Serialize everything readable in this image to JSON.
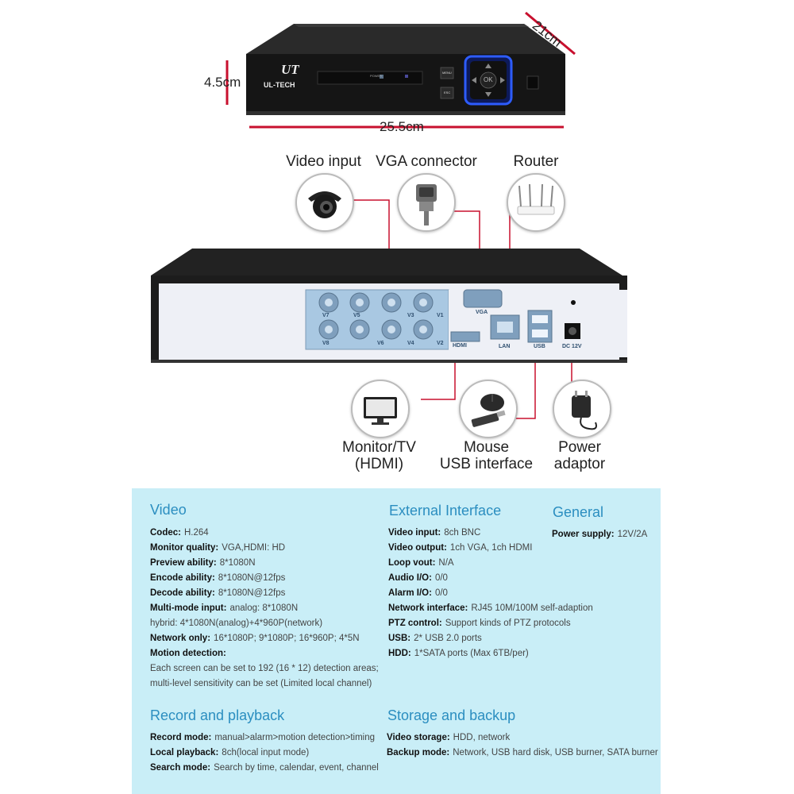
{
  "front": {
    "brand": "UL-TECH",
    "brand_mark": "UT",
    "power_label": "POWER",
    "menu_label": "MENU",
    "esc_label": "ESC",
    "ok_label": "OK",
    "height_label": "4.5cm",
    "width_label": "25.5cm",
    "depth_label": "21cm"
  },
  "rear": {
    "port_labels": {
      "v7": "V7",
      "v5": "V5",
      "v3": "V3",
      "v1": "V1",
      "v8": "V8",
      "v6": "V6",
      "v4": "V4",
      "v2": "V2",
      "vga": "VGA",
      "hdmi": "HDMI",
      "lan": "LAN",
      "usb": "USB",
      "dc": "DC 12V"
    }
  },
  "callouts": {
    "video_input": "Video input",
    "vga_connector": "VGA connector",
    "router": "Router",
    "monitor_line1": "Monitor/TV",
    "monitor_line2": "(HDMI)",
    "mouse_line1": "Mouse",
    "mouse_line2": "USB interface",
    "power_line1": "Power",
    "power_line2": "adaptor"
  },
  "colors": {
    "accent_red": "#c8102e",
    "spec_bg": "#c9eef7",
    "section_title": "#2b8ec0",
    "device_body": "#1c1c1c",
    "rear_panel": "#eef0f6",
    "port_block": "#a9c8e2",
    "nav_ring": "#2d5cff"
  },
  "spec": {
    "video": {
      "title": "Video",
      "codec_label": "Codec:",
      "codec_value": "H.264",
      "monitor_label": "Monitor quality:",
      "monitor_value": "VGA,HDMI: HD",
      "preview_label": "Preview ability:",
      "preview_value": "8*1080N",
      "encode_label": "Encode ability:",
      "encode_value": "8*1080N@12fps",
      "decode_label": "Decode ability:",
      "decode_value": "8*1080N@12fps",
      "multimode_label": "Multi-mode input:",
      "multimode_value": "analog: 8*1080N",
      "hybrid_text": "hybrid: 4*1080N(analog)+4*960P(network)",
      "network_label": "Network only:",
      "network_value": "16*1080P; 9*1080P; 16*960P; 4*5N",
      "motion_label": "Motion detection:",
      "motion_line1": "Each screen can be set to 192 (16 * 12) detection areas;",
      "motion_line2": "multi-level sensitivity can be set (Limited local channel)"
    },
    "external": {
      "title": "External Interface",
      "video_input_label": "Video input:",
      "video_input_value": "8ch BNC",
      "video_output_label": "Video output:",
      "video_output_value": "1ch VGA, 1ch HDMI",
      "loop_label": "Loop vout:",
      "loop_value": "N/A",
      "audio_label": "Audio I/O:",
      "audio_value": "0/0",
      "alarm_label": "Alarm I/O:",
      "alarm_value": "0/0",
      "network_label": "Network interface:",
      "network_value": "RJ45 10M/100M self-adaption",
      "ptz_label": "PTZ control:",
      "ptz_value": "Support kinds of PTZ protocols",
      "usb_label": "USB:",
      "usb_value": "2* USB 2.0 ports",
      "hdd_label": "HDD:",
      "hdd_value": "1*SATA ports (Max 6TB/per)"
    },
    "general": {
      "title": "General",
      "power_label": "Power supply:",
      "power_value": "12V/2A"
    },
    "record": {
      "title": "Record and playback",
      "mode_label": "Record mode:",
      "mode_value": "manual>alarm>motion detection>timing",
      "local_label": "Local playback:",
      "local_value": "8ch(local input mode)",
      "search_label": "Search mode:",
      "search_value": "Search by time, calendar, event, channel"
    },
    "storage": {
      "title": "Storage and backup",
      "video_storage_label": "Video storage:",
      "video_storage_value": "HDD, network",
      "backup_label": "Backup mode:",
      "backup_value": "Network, USB hard disk, USB burner, SATA burner"
    }
  }
}
